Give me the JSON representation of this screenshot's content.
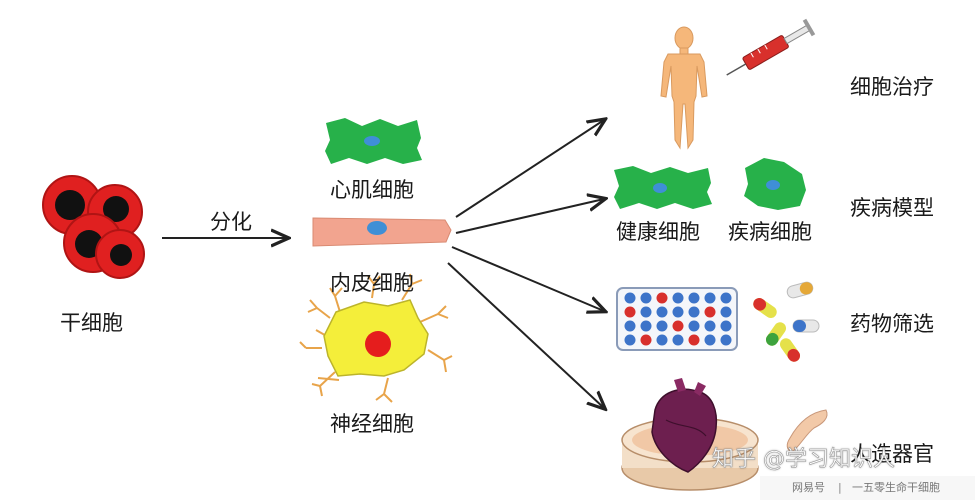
{
  "labels": {
    "stem_cell": "干细胞",
    "differentiation": "分化",
    "cardiomyocyte": "心肌细胞",
    "endothelial": "内皮细胞",
    "neuron": "神经细胞",
    "healthy_cell": "健康细胞",
    "diseased_cell": "疾病细胞",
    "cell_therapy": "细胞治疗",
    "disease_model": "疾病模型",
    "drug_screening": "药物筛选",
    "artificial_organ": "人造器官"
  },
  "watermarks": {
    "zhihu": "知乎 @学习知识人",
    "netease_brand": "网易号",
    "netease_author": "一五零生命干细胞"
  },
  "colors": {
    "stem_cell_red": "#e02020",
    "nucleus_black": "#111111",
    "cardio_green": "#27b14a",
    "nucleus_blue": "#3f8fd6",
    "endothelial_pink": "#f2a48f",
    "neuron_yellow": "#f4ee3a",
    "neuron_dendrite": "#e8a44a",
    "neuron_nucleus": "#e51d1d",
    "skin_tone": "#f5b77a",
    "syringe_red": "#d8302c",
    "plate_blue": "#3d74c9",
    "plate_red": "#d8302c",
    "heart_purple": "#6d1f4f",
    "arrow": "#222222"
  },
  "icons": [
    "human-figure-icon",
    "syringe-icon",
    "well-plate-icon",
    "capsules-icon",
    "petri-dish-icon",
    "heart-organ-icon",
    "tissue-piece-icon"
  ]
}
